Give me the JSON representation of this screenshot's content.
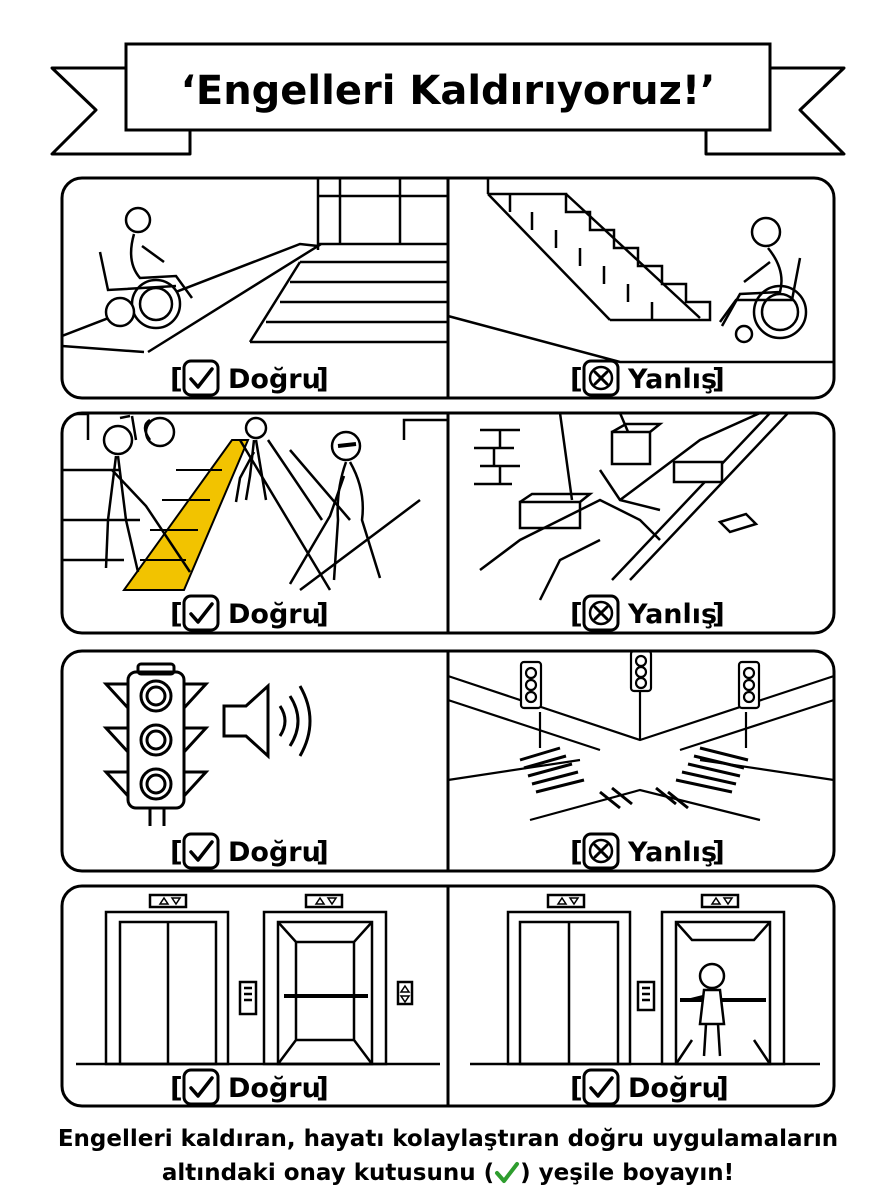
{
  "title": "‘Engelleri Kaldırıyoruz!’",
  "label_correct": "Doğru",
  "label_wrong": "Yanlış",
  "panels": [
    {
      "row": 1,
      "side": "left",
      "scene": "wheelchair user on ramp beside stairs",
      "verdict": "correct"
    },
    {
      "row": 1,
      "side": "right",
      "scene": "wheelchair user facing stairs without ramp",
      "verdict": "wrong"
    },
    {
      "row": 2,
      "side": "left",
      "scene": "visually impaired people on yellow tactile paving",
      "verdict": "correct"
    },
    {
      "row": 2,
      "side": "right",
      "scene": "broken sidewalk with loose bricks",
      "verdict": "wrong"
    },
    {
      "row": 3,
      "side": "left",
      "scene": "traffic light with audible signal",
      "verdict": "correct"
    },
    {
      "row": 3,
      "side": "right",
      "scene": "intersection with traffic lights without audible signal",
      "verdict": "wrong"
    },
    {
      "row": 4,
      "side": "left",
      "scene": "elevator with braille buttons",
      "verdict": "correct"
    },
    {
      "row": 4,
      "side": "right",
      "scene": "child using elevator handrail",
      "verdict": "correct"
    }
  ],
  "instruction_line1": "Engelleri kaldıran, hayatı kolaylaştıran doğru uygulamaların",
  "instruction_line2_before": "altındaki onay kutusunu (",
  "instruction_line2_after": ") yeşile boyayın!",
  "colors": {
    "ink": "#000000",
    "tactile": "#f2c300",
    "check_green": "#2e9d2e",
    "paper": "#ffffff"
  }
}
